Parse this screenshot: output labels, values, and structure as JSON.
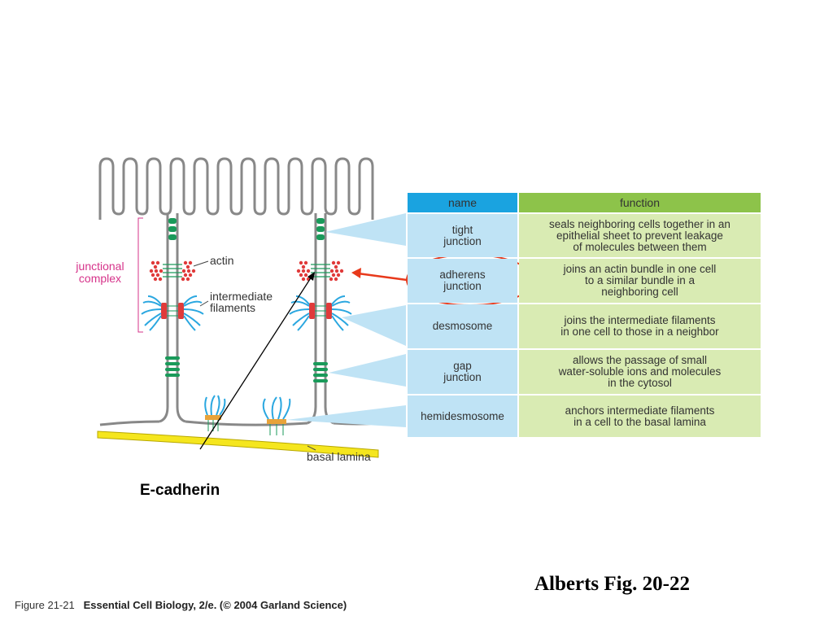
{
  "diagram": {
    "junctional_complex_label": "junctional\ncomplex",
    "actin_label": "actin",
    "intermediate_label": "intermediate\nfilaments",
    "basal_label": "basal lamina"
  },
  "table": {
    "header_name": "name",
    "header_function": "function",
    "rows": [
      {
        "name": "tight\njunction",
        "function": "seals neighboring cells together in an\nepithelial sheet to prevent leakage\nof molecules between them"
      },
      {
        "name": "adherens\njunction",
        "function": "joins an actin bundle in one cell\nto a similar bundle in a\nneighboring cell"
      },
      {
        "name": "desmosome",
        "function": "joins the intermediate filaments\nin one cell to those in a neighbor"
      },
      {
        "name": "gap\njunction",
        "function": "allows the passage of small\nwater-soluble  ions and molecules\nin the cytosol"
      },
      {
        "name": "hemidesmosome",
        "function": "anchors intermediate filaments\nin a cell to the basal lamina"
      }
    ]
  },
  "annotation": {
    "e_cadherin": "E-cadherin",
    "alberts": "Alberts Fig. 20-22"
  },
  "caption": {
    "figure": "Figure 21-21",
    "source": "Essential Cell Biology, 2/e. (© 2004 Garland Science)"
  },
  "colors": {
    "tight": "#1a9a5a",
    "actin": "#e03a3a",
    "filaments": "#2aa7e0",
    "basal": "#f5e61e",
    "highlight": "#e8391b"
  }
}
